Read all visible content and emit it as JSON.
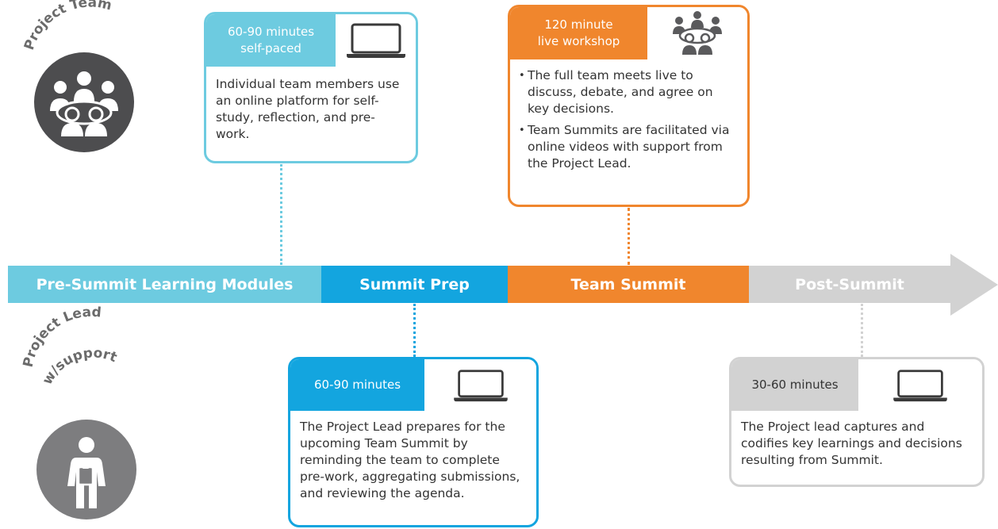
{
  "colors": {
    "teal": "#6dcbe0",
    "blue": "#13a5df",
    "orange": "#f0862d",
    "lightgray": "#d2d2d2",
    "darkgray": "#4d4d4f",
    "midgray": "#7d7d7f"
  },
  "personas": {
    "team": {
      "title": "Project Team",
      "icon": "meeting-group-icon"
    },
    "lead": {
      "title_line1": "Project Lead",
      "title_line2": "w/support",
      "icon": "person-clipboard-icon"
    }
  },
  "timeline": {
    "phases": [
      {
        "label": "Pre-Summit Learning Modules",
        "color": "#6dcbe0"
      },
      {
        "label": "Summit Prep",
        "color": "#13a5df"
      },
      {
        "label": "Team Summit",
        "color": "#f0862d"
      },
      {
        "label": "Post-Summit",
        "color": "#d2d2d2"
      }
    ]
  },
  "cards": {
    "pre_summit": {
      "duration_line1": "60-90 minutes",
      "duration_line2": "self-paced",
      "icon": "laptop-icon",
      "body": "Individual team members use an online platform for self-study, reflection, and pre-work."
    },
    "team_summit": {
      "duration_line1": "120 minute",
      "duration_line2": "live workshop",
      "icon": "meeting-group-icon",
      "bullets": [
        "The full team meets live to discuss, debate, and agree on key decisions.",
        "Team Summits are facilitated via online videos with support from the Project Lead."
      ]
    },
    "summit_prep": {
      "duration": "60-90 minutes",
      "icon": "laptop-icon",
      "body": "The Project Lead prepares for the upcoming Team Summit by reminding the team to complete pre-work, aggregating submissions, and reviewing the agenda."
    },
    "post_summit": {
      "duration": "30-60 minutes",
      "icon": "laptop-icon",
      "body": "The Project lead captures and codifies key learnings and decisions resulting from Summit."
    }
  }
}
